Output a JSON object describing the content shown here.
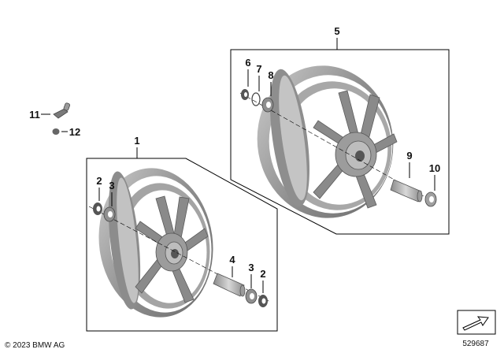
{
  "callouts": {
    "c1": "1",
    "c2a": "2",
    "c3a": "3",
    "c4": "4",
    "c3b": "3",
    "c2b": "2",
    "c5": "5",
    "c6": "6",
    "c7": "7",
    "c8": "8",
    "c9": "9",
    "c10": "10",
    "c11": "11",
    "c12": "12"
  },
  "footer": {
    "copyright": "© 2023 BMW AG",
    "diagram_number": "529687"
  },
  "colors": {
    "rim": "#9a9a9a",
    "rim_dark": "#6e6e6e",
    "rim_light": "#c8c8c8",
    "part": "#b0b0b0",
    "line": "#000000"
  },
  "icons": {
    "corner": "flat-arrow-icon"
  }
}
